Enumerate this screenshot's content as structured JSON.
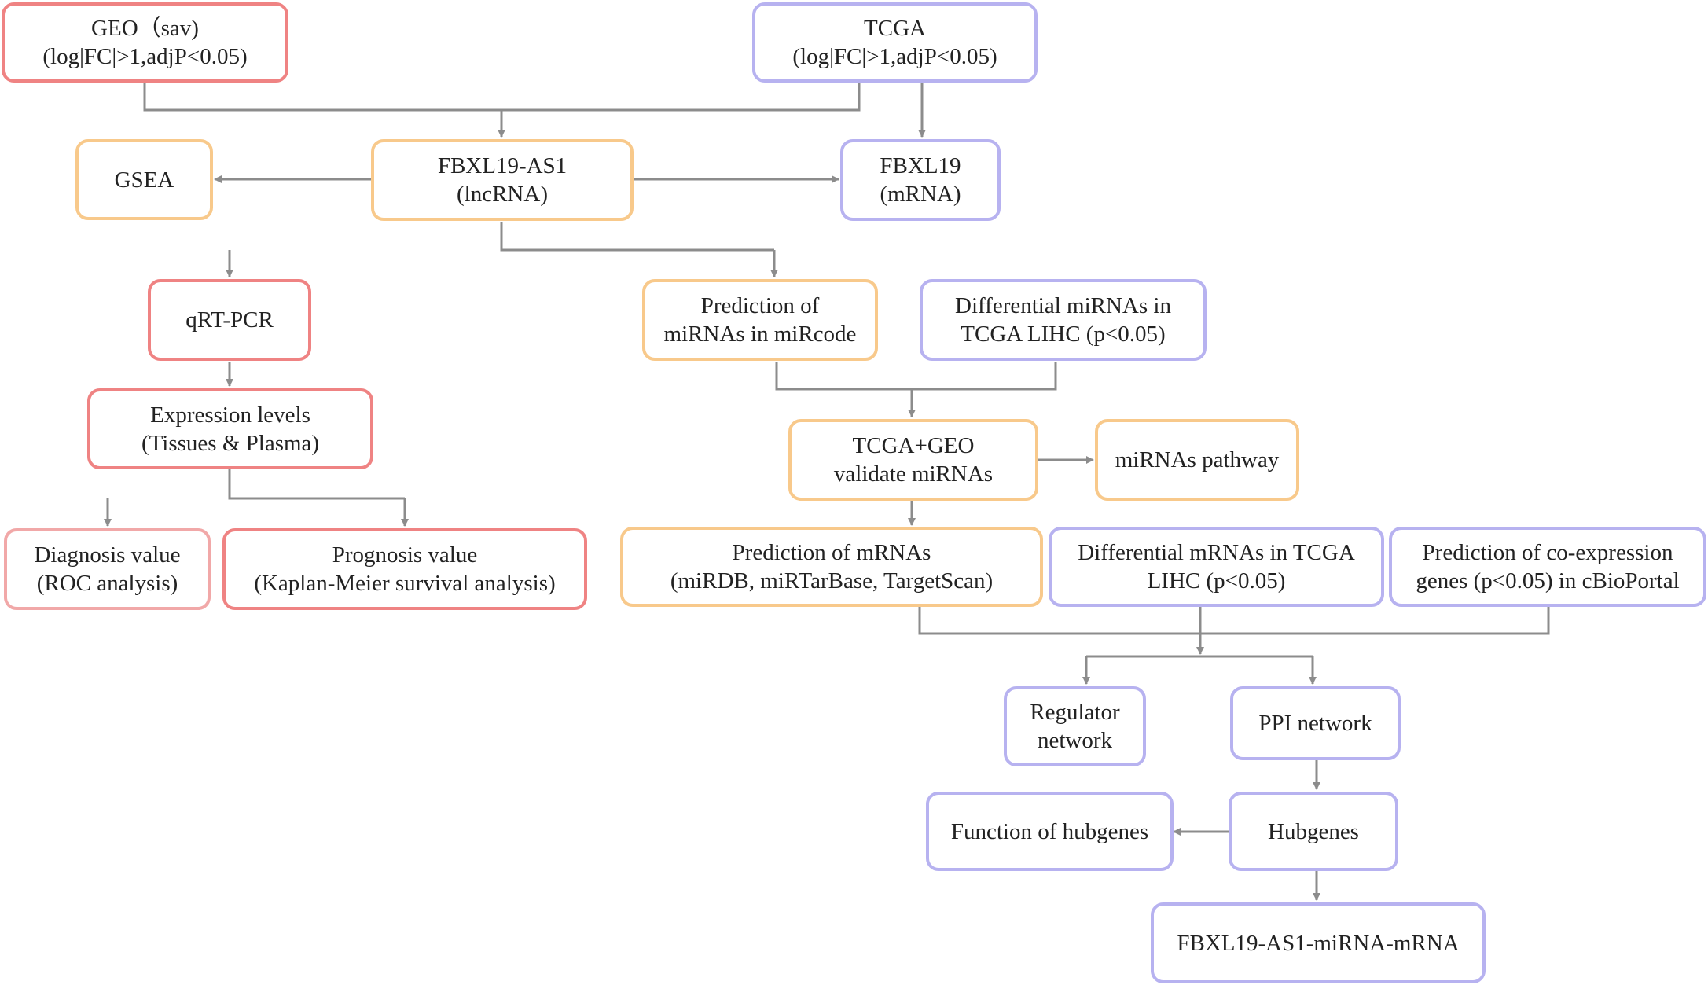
{
  "colors": {
    "red": "#ef8383",
    "pink": "#f1a8a8",
    "orange": "#f8c98b",
    "purple": "#b7b2f0",
    "connector": "#8c8c8c"
  },
  "nodes": {
    "geo": {
      "line1": "GEO（sav)",
      "line2": "(log|FC|>1,adjP<0.05)"
    },
    "tcga": {
      "line1": "TCGA",
      "line2": "(log|FC|>1,adjP<0.05)"
    },
    "gsea": {
      "line1": "GSEA"
    },
    "fbxl19_as1": {
      "line1": "FBXL19-AS1",
      "line2": "(lncRNA)"
    },
    "fbxl19": {
      "line1": "FBXL19",
      "line2": "(mRNA)"
    },
    "qrt_pcr": {
      "line1": "qRT-PCR"
    },
    "pred_mirnas": {
      "line1": "Prediction of",
      "line2": "miRNAs in miRcode"
    },
    "diff_mirnas": {
      "line1": "Differential miRNAs in",
      "line2": "TCGA LIHC (p<0.05)"
    },
    "expression": {
      "line1": "Expression levels",
      "line2": "(Tissues & Plasma)"
    },
    "tcga_geo": {
      "line1": "TCGA+GEO",
      "line2": "validate miRNAs"
    },
    "mirna_pathway": {
      "line1": "miRNAs pathway"
    },
    "diagnosis": {
      "line1": "Diagnosis value",
      "line2": "(ROC analysis)"
    },
    "prognosis": {
      "line1": "Prognosis value",
      "line2": "(Kaplan-Meier survival analysis)"
    },
    "pred_mrnas": {
      "line1": "Prediction of  mRNAs",
      "line2": "(miRDB, miRTarBase, TargetScan)"
    },
    "diff_mrnas": {
      "line1": "Differential mRNAs in TCGA",
      "line2": "LIHC (p<0.05)"
    },
    "coexpr": {
      "line1": "Prediction of co-expression",
      "line2": "genes (p<0.05) in cBioPortal"
    },
    "regulator": {
      "line1": "Regulator",
      "line2": "network"
    },
    "ppi": {
      "line1": "PPI network"
    },
    "function_hub": {
      "line1": "Function of hubgenes"
    },
    "hubgenes": {
      "line1": "Hubgenes"
    },
    "final": {
      "line1": "FBXL19-AS1-miRNA-mRNA"
    }
  }
}
